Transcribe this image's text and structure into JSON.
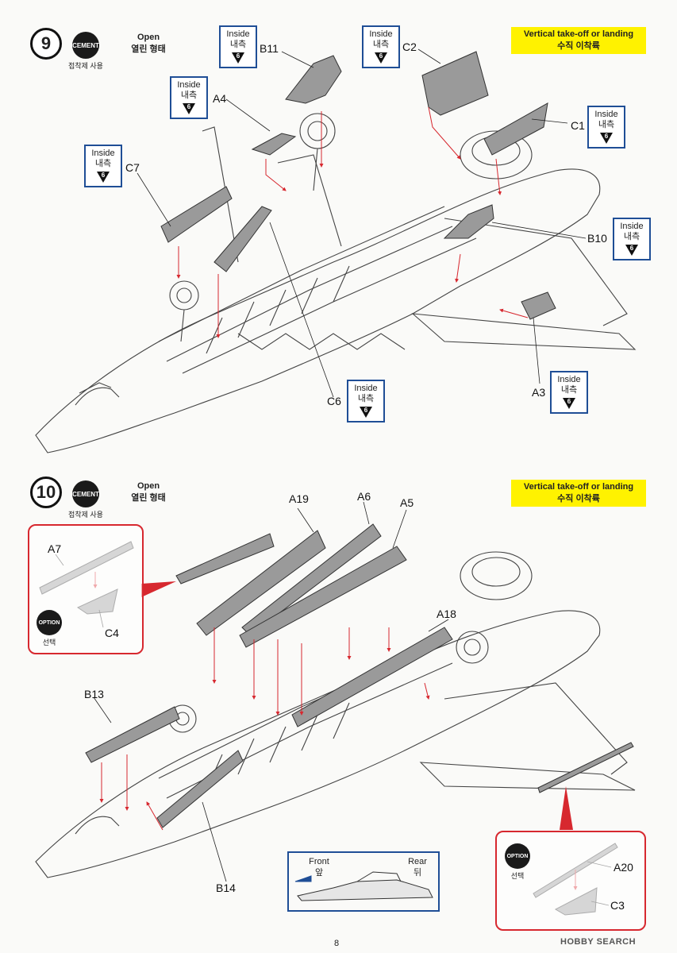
{
  "step9": {
    "number": "9",
    "cement_icon_label": "CEMENT",
    "cement_note": "접착제 사용",
    "open_en": "Open",
    "open_ko": "열린 형태",
    "vtol_en": "Vertical take-off or landing",
    "vtol_ko": "수직 이착륙",
    "parts": {
      "B11": "B11",
      "A4": "A4",
      "C7": "C7",
      "C2": "C2",
      "C1": "C1",
      "B10": "B10",
      "A3": "A3",
      "C6": "C6"
    },
    "inside_notes": [
      {
        "en": "Inside",
        "ko": "내측",
        "ref": "6"
      },
      {
        "en": "Inside",
        "ko": "내측",
        "ref": "6"
      },
      {
        "en": "Inside",
        "ko": "내측",
        "ref": "6"
      },
      {
        "en": "Inside",
        "ko": "내측",
        "ref": "6"
      },
      {
        "en": "Inside",
        "ko": "내측",
        "ref": "6"
      },
      {
        "en": "Inside",
        "ko": "내측",
        "ref": "6"
      },
      {
        "en": "Inside",
        "ko": "내측",
        "ref": "6"
      },
      {
        "en": "Inside",
        "ko": "내측",
        "ref": "6"
      }
    ]
  },
  "step10": {
    "number": "10",
    "cement_icon_label": "CEMENT",
    "cement_note": "접착제 사용",
    "open_en": "Open",
    "open_ko": "열린 형태",
    "vtol_en": "Vertical take-off or landing",
    "vtol_ko": "수직 이착륙",
    "parts": {
      "A19": "A19",
      "A6": "A6",
      "A5": "A5",
      "A7": "A7",
      "C4": "C4",
      "A18": "A18",
      "B13": "B13",
      "B14": "B14",
      "A20": "A20",
      "C3": "C3"
    },
    "option_icon_label": "OPTION",
    "option_note": "선택",
    "front_en": "Front",
    "front_ko": "앞",
    "rear_en": "Rear",
    "rear_ko": "뒤"
  },
  "page_number": "8",
  "watermark": "HOBBY SEARCH",
  "colors": {
    "callout_red": "#d7282f",
    "note_blue": "#1f4e96",
    "highlight_yellow": "#fff200",
    "part_gray": "#8a8a8a"
  }
}
